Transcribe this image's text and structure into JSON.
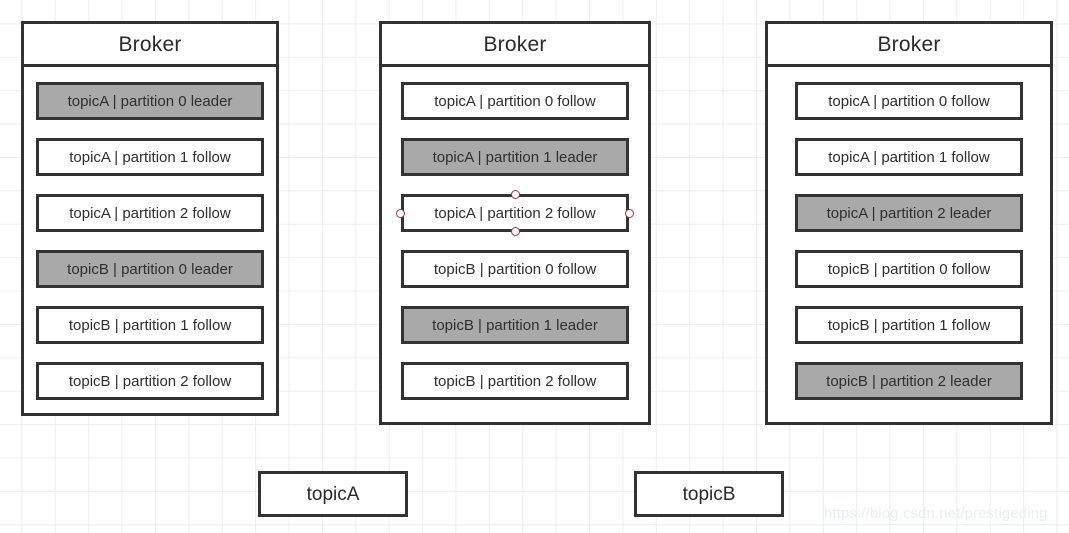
{
  "diagram": {
    "brokers": [
      {
        "title": "Broker",
        "partitions": [
          {
            "label": "topicA | partition 0 leader",
            "role": "leader",
            "selected": false
          },
          {
            "label": "topicA | partition 1 follow",
            "role": "follow",
            "selected": false
          },
          {
            "label": "topicA | partition 2 follow",
            "role": "follow",
            "selected": false
          },
          {
            "label": "topicB | partition 0 leader",
            "role": "leader",
            "selected": false
          },
          {
            "label": "topicB | partition 1 follow",
            "role": "follow",
            "selected": false
          },
          {
            "label": "topicB | partition 2 follow",
            "role": "follow",
            "selected": false
          }
        ]
      },
      {
        "title": "Broker",
        "partitions": [
          {
            "label": "topicA | partition 0 follow",
            "role": "follow",
            "selected": false
          },
          {
            "label": "topicA | partition 1 leader",
            "role": "leader",
            "selected": false
          },
          {
            "label": "topicA | partition 2 follow",
            "role": "follow",
            "selected": true
          },
          {
            "label": "topicB | partition 0 follow",
            "role": "follow",
            "selected": false
          },
          {
            "label": "topicB | partition 1 leader",
            "role": "leader",
            "selected": false
          },
          {
            "label": "topicB | partition 2 follow",
            "role": "follow",
            "selected": false
          }
        ]
      },
      {
        "title": "Broker",
        "partitions": [
          {
            "label": "topicA | partition 0 follow",
            "role": "follow",
            "selected": false
          },
          {
            "label": "topicA | partition 1 follow",
            "role": "follow",
            "selected": false
          },
          {
            "label": "topicA | partition 2 leader",
            "role": "leader",
            "selected": false
          },
          {
            "label": "topicB | partition 0 follow",
            "role": "follow",
            "selected": false
          },
          {
            "label": "topicB | partition 1 follow",
            "role": "follow",
            "selected": false
          },
          {
            "label": "topicB | partition 2 leader",
            "role": "leader",
            "selected": false
          }
        ]
      }
    ],
    "legend": [
      {
        "label": "topicA"
      },
      {
        "label": "topicB"
      }
    ],
    "watermark": "https://blog.csdn.net/prestigeding",
    "colors": {
      "leader_fill": "#a9a9a9",
      "follow_fill": "#ffffff",
      "border": "#333333",
      "handle_stroke": "#a03a3a",
      "grid": "#eceeee",
      "watermark": "#eaeef0"
    }
  }
}
